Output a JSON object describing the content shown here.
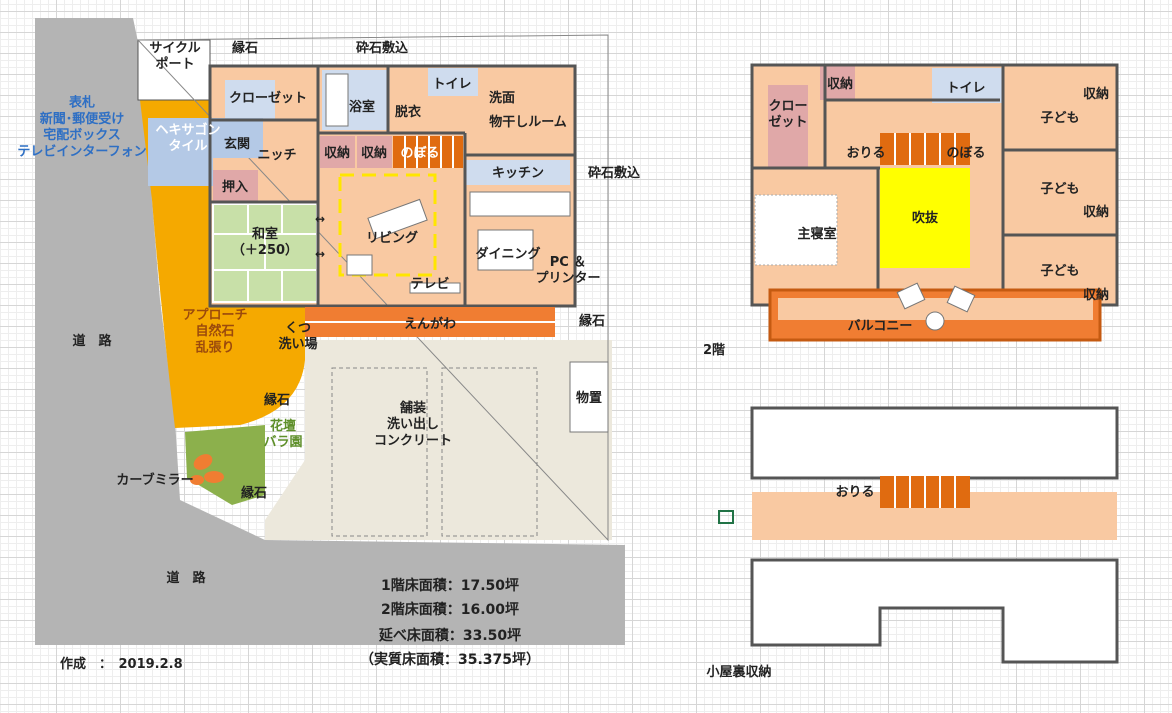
{
  "floor1": {
    "labels": {
      "cycle_port": "サイクル\nポート",
      "edge_top": "縁石",
      "gravel_top": "砕石敷込",
      "closet": "クローゼット",
      "bath": "浴室",
      "toilet": "トイレ",
      "dressing": "脱衣",
      "washroom": "洗面",
      "drying_room": "物干しルーム",
      "nameplate": "表札\n新聞･郵便受け\n宅配ボックス\nテレビインターフォン",
      "hex_tile": "ヘキサゴン\nタイル",
      "entrance": "玄関",
      "niche": "ニッチ",
      "storage1": "収納",
      "storage2": "収納",
      "up_stairs": "のぼる",
      "kitchen": "キッチン",
      "gravel_right": "砕石敷込",
      "closet2": "押入",
      "japanese_room": "和室\n（＋250）",
      "living": "リビング",
      "dining": "ダイニング",
      "pc_printer": "PC ＆\nプリンター",
      "tv": "テレビ",
      "engawa": "えんがわ",
      "edge_right": "縁石",
      "approach": "アプローチ\n自然石\n乱張り",
      "shoe_wash": "くつ\n洗い場",
      "edge_mid": "縁石",
      "road_left": "道　路",
      "storage_shed": "物置",
      "paving": "舗装\n洗い出し\nコンクリート",
      "flower_bed": "花壇\nバラ園",
      "curve_mirror": "カーブミラー",
      "edge_bottom": "縁石",
      "road_bottom": "道　路"
    },
    "area_summary": [
      "1階床面積：17.50坪",
      "2階床面積：16.00坪",
      "延べ床面積：33.50坪",
      "（実質床面積：35.375坪）"
    ],
    "created": "作成　：　2019.2.8"
  },
  "floor2": {
    "title": "2階",
    "labels": {
      "storage_top": "収納",
      "toilet": "トイレ",
      "storage_right": "収納",
      "closet": "クロー\nゼット",
      "down_stairs": "おりる",
      "up_stairs": "のぼる",
      "child1": "子ども",
      "child2": "子ども",
      "storage_mid": "収納",
      "master": "主寝室",
      "atrium": "吹抜",
      "child3": "子ども",
      "storage_bottom": "収納",
      "balcony": "バルコニー"
    }
  },
  "attic": {
    "title": "小屋裏収納",
    "down_stairs": "おりる"
  },
  "colors": {
    "room_peach": "#f9c9a2",
    "approach_orange": "#f5a900",
    "engawa_orange": "#f07d32",
    "stairs_orange": "#e06b10",
    "atrium_yellow": "#ffff00",
    "tatami_green": "#c8e0a8",
    "tile_blue": "#b4c9e6",
    "wet_blue": "#cfdcee",
    "pink": "#e0a8a8",
    "road_gray": "#b4b4b4",
    "yard_beige": "#ece8dc",
    "garden_green": "#8cb04c"
  }
}
